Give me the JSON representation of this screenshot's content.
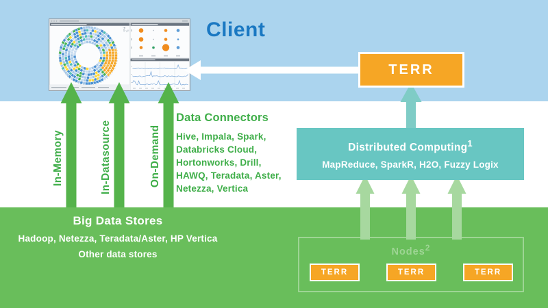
{
  "colors": {
    "band_blue": "#abd4ee",
    "band_green": "#69be5b",
    "arrow_green": "#55b34b",
    "label_green": "#3fae49",
    "orange": "#f6a625",
    "teal": "#68c6c2",
    "teal_arrow": "#7fccc6",
    "light_green": "#a7d89f",
    "nodes_accent": "#9ed594",
    "client_blue": "#1a78c2",
    "white": "#ffffff"
  },
  "client": {
    "title": "Client"
  },
  "terr": {
    "label": "TERR"
  },
  "dc": {
    "title": "Distributed Computing",
    "sup": "1",
    "subtitle": "MapReduce, SparkR, H2O, Fuzzy Logix"
  },
  "labels": [
    "In-Memory",
    "In-Datasource",
    "On-Demand"
  ],
  "connectors": {
    "title": "Data Connectors",
    "lines": [
      "Hive, Impala, Spark,",
      "Databricks Cloud,",
      "Hortonworks, Drill,",
      "HAWQ, Teradata, Aster,",
      "Netezza, Vertica"
    ]
  },
  "stores": {
    "title": "Big Data Stores",
    "line1": "Hadoop, Netezza, Teradata/Aster, HP Vertica",
    "line2": "Other data stores"
  },
  "nodes": {
    "title": "Nodes",
    "sup": "2",
    "terr": [
      "TERR",
      "TERR",
      "TERR"
    ]
  },
  "dashboard": {
    "chrome": {
      "titlebar": "#d6dbdf",
      "header": "#6a7480",
      "panel": "#fbfcfd",
      "strip": "#edf0f3",
      "grid": "#d9dfe4",
      "dash": "#a7b0b8",
      "dash_light": "#d9dee3",
      "tick": "#b7bfc6"
    },
    "donut": {
      "palette": [
        [
          "#a9c9e8",
          0.3
        ],
        [
          "#4a90d2",
          0.28
        ],
        [
          "#c8dcf0",
          0.12
        ],
        [
          "#4ab356",
          0.14
        ],
        [
          "#ffd83a",
          0.08
        ],
        [
          "#52bdb8",
          0.08
        ]
      ],
      "orange": [
        "#f6a625",
        "#f8b947"
      ]
    },
    "scatter": {
      "colors": {
        "orange": "#f08c1e",
        "blue": "#5b9bd5",
        "green": "#2f9e63",
        "gray": "#b9c2ca"
      },
      "dots": [
        [
          {
            "r": 3.3,
            "c": "orange"
          },
          {
            "r": 0.9,
            "c": "gray"
          },
          {
            "r": 2.3,
            "c": "orange"
          },
          {
            "r": 2.3,
            "c": "blue"
          }
        ],
        [
          {
            "r": 3.3,
            "c": "orange"
          },
          {
            "r": 0.9,
            "c": "gray"
          },
          {
            "r": 2.3,
            "c": "orange"
          },
          {
            "r": 1.3,
            "c": "blue"
          }
        ],
        [
          {
            "r": 2.3,
            "c": "orange"
          },
          {
            "r": 1.8,
            "c": "green"
          },
          {
            "r": 5.2,
            "c": "orange"
          },
          {
            "r": 2.3,
            "c": "blue"
          }
        ]
      ]
    },
    "spark": {
      "color": "#7aa7d9"
    }
  }
}
